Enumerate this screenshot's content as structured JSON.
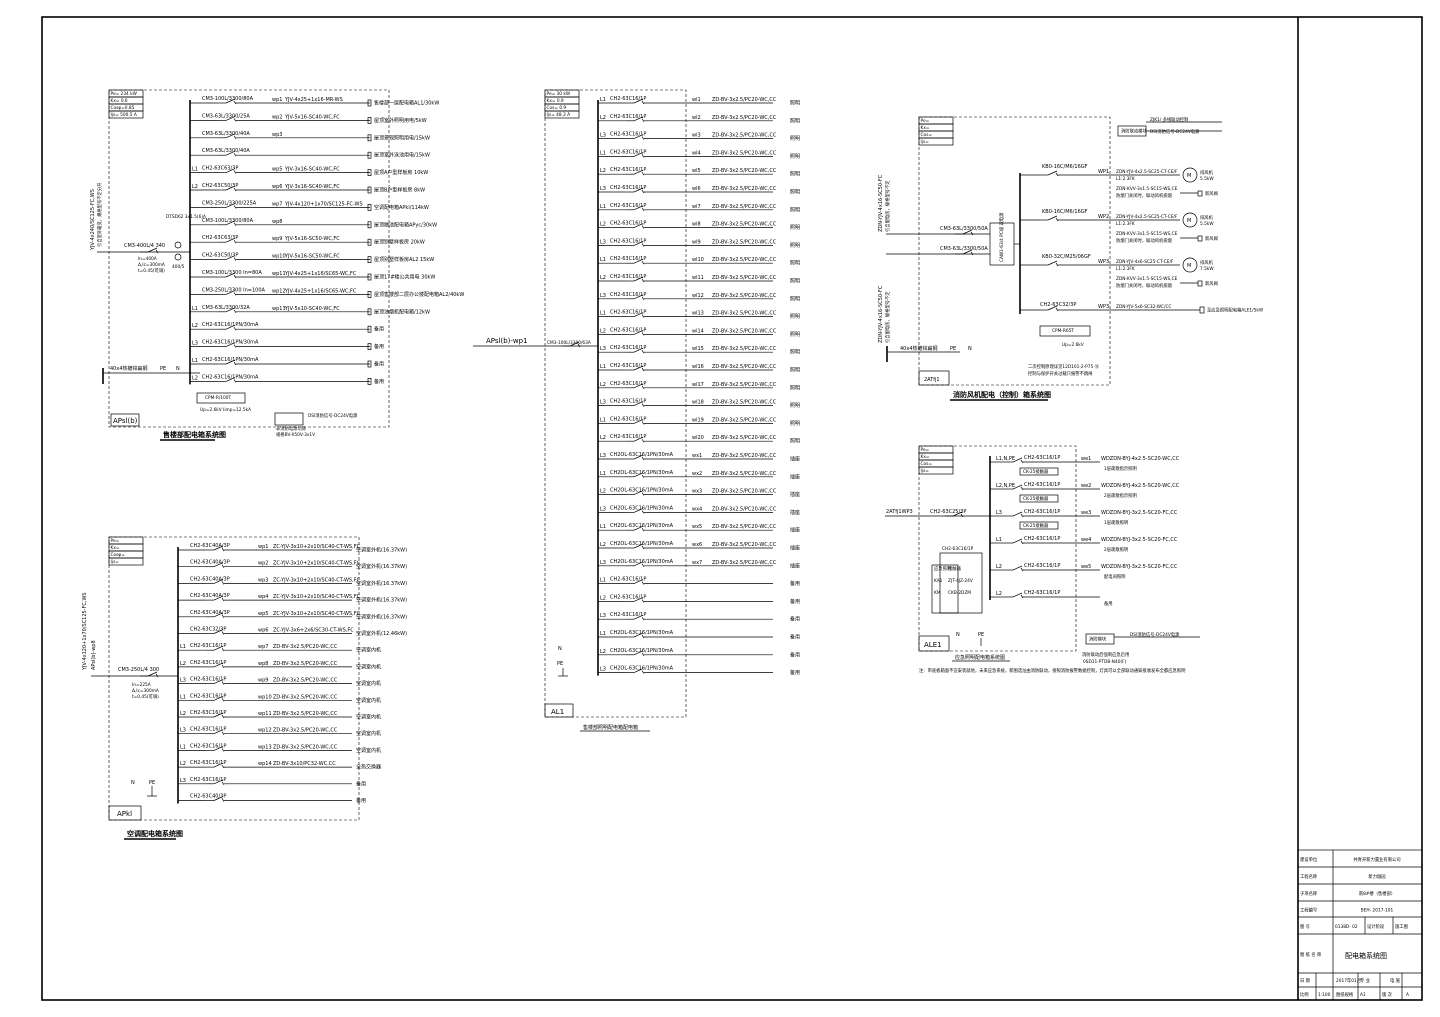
{
  "title_block": {
    "rows": [
      {
        "label": "建设单位",
        "value": "共青开新力置业有限公司"
      },
      {
        "label": "工程名称",
        "value": "新力珈园"
      },
      {
        "label": "子项名称",
        "value": "南8#楼（售楼部）"
      },
      {
        "label": "工程编号",
        "value": "BEH- 2017-101"
      }
    ],
    "fig_no_label": "图 号",
    "fig_no": "0138D- 02",
    "design_stage_label": "设计阶段",
    "design_stage": "施工图",
    "fig_name_label": "图 纸 名 称",
    "fig_name": "配电箱系统图",
    "date_label": "日 期",
    "date": "2017年01月",
    "discipline_label": "专 业",
    "discipline": "电 施",
    "scale_label": "比例",
    "scale": "1:100",
    "size_label": "图纸规格",
    "size": "A1",
    "version_label": "版 次",
    "version": "A"
  },
  "panels": {
    "apsl": {
      "title": "售楼部配电箱系统图",
      "tag": "APsl(b)",
      "params": [
        "Pe= 234 kW",
        "Kx= 0.6",
        "Cosφ=0.85",
        "Ijs= 500.5 A"
      ],
      "incoming": "YJV-4x240/SC125-FC,WS",
      "incoming2": "引自室外箱变，规格型号不定分开",
      "main_breaker": "CM3-400L/4 340",
      "main_params": [
        "In=400A",
        "Δ,Ic=300mA",
        "t=0.45(可调)"
      ],
      "meter": "DTSD62 3x1.5(6)A",
      "ct": "400/5",
      "ground": "40x4热镀锌扁钢",
      "pe": "PE",
      "n": "N",
      "spd": "CPM-R/100T",
      "spd_params": "Up=2.6kV  Iimp=12.5kA",
      "fire_note": "DSI消防信号-DC24V电源",
      "fire_note2": "非消防电源切除",
      "fire_note3": "规格BV-X50V-3x1V",
      "circuits": [
        {
          "phase": "",
          "breaker": "CM3-100L/3300/80A",
          "wp": "wp1",
          "cable": "YJV-4x25+1x16-MR-WS",
          "load": "售楼部一层配电箱AL1/30kW"
        },
        {
          "phase": "",
          "breaker": "CM3-63L/3300/25A",
          "wp": "wp2",
          "cable": "YJV-5x16-SC40-WC,FC",
          "load": "屋顶室外照明用电/5kW"
        },
        {
          "phase": "",
          "breaker": "CM3-63L/3300/40A",
          "wp": "wp3",
          "cable": "",
          "load": "屋顶景观照明用电/15kW"
        },
        {
          "phase": "",
          "breaker": "CM3-63L/3300/40A",
          "wp": "",
          "cable": "",
          "load": "屋顶室外泳池用电/15kW"
        },
        {
          "phase": "L1",
          "breaker": "CH2-63C63/3P",
          "wp": "wp5",
          "cable": "YJV-3x16-SC40-WC,FC",
          "load": "屋顶A户型样板房 10kW"
        },
        {
          "phase": "L2",
          "breaker": "CH2-63C50/3P",
          "wp": "wp6",
          "cable": "YJV-3x16-SC40-WC,FC",
          "load": "屋顶B户型样板房 8kW"
        },
        {
          "phase": "",
          "breaker": "CM3-250L/3300/225A",
          "wp": "wp7",
          "cable": "YJV-4x120+1x70/SC125-FC-WS",
          "load": "空调配电箱APkl/114kW"
        },
        {
          "phase": "",
          "breaker": "CM3-100L/3300/80A",
          "wp": "wp8",
          "cable": "",
          "load": "屋顶融池配电箱APyc/30kW"
        },
        {
          "phase": "",
          "breaker": "CH2-63C63/3P",
          "wp": "wp9",
          "cable": "YJV-5x16-SC50-WC,FC",
          "load": "屋顶别墅样板房 20kW"
        },
        {
          "phase": "",
          "breaker": "CH2-63C50/3P",
          "wp": "wp10",
          "cable": "YJV-5x16-SC50-WC,FC",
          "load": "屋顶别墅样板房AL2 15kW"
        },
        {
          "phase": "",
          "breaker": "CM3-100L/3300 In=80A",
          "wp": "wp11",
          "cable": "YJV-4x25+1x16/SC65-WC,FC",
          "load": "屋顶17#楼公共用电 30kW"
        },
        {
          "phase": "",
          "breaker": "CM3-250L/3300 In=100A",
          "wp": "wp12",
          "cable": "YJV-4x25+1x16/SC65-WC,FC",
          "load": "屋顶售楼部二层办公楼配电箱AL2/40kW"
        },
        {
          "phase": "L1",
          "breaker": "CM3-63L/3300/32A",
          "wp": "wp13",
          "cable": "YJV-5x10-SC40-WC,FC",
          "load": "屋顶油烟机配电箱/12kW"
        },
        {
          "phase": "L2",
          "breaker": "CH2-63C16/1PN/30mA",
          "wp": "",
          "cable": "",
          "load": "备用"
        },
        {
          "phase": "L3",
          "breaker": "CH2-63C16/1PN/30mA",
          "wp": "",
          "cable": "",
          "load": "备用"
        },
        {
          "phase": "L1",
          "breaker": "CH2-63C16/1PN/30mA",
          "wp": "",
          "cable": "",
          "load": "备用"
        },
        {
          "phase": "L2",
          "breaker": "CH2-63C16/1PN/30mA",
          "wp": "",
          "cable": "",
          "load": "备用"
        }
      ]
    },
    "apkl": {
      "title": "空调配电箱系统图",
      "tag": "APkl",
      "params": [
        "Pe=",
        "Kx=",
        "Cosφ=",
        "Ijs="
      ],
      "incoming": "YJV-4x120+1x70/SC125-FC,WS",
      "incoming2": "APsl(b)-wp8",
      "main_breaker": "CM3-250L/4 300",
      "main_params": [
        "In=225A",
        "Δ,Ic=300mA",
        "t=0.45(可调)"
      ],
      "n": "N",
      "pe": "PE",
      "circuits": [
        {
          "phase": "",
          "breaker": "CH2-63C40A/3P",
          "wp": "wp1",
          "cable": "ZC-YJV-3x10+2x10/SC40-CT-WS,FC",
          "load": "空调室外机(16.37kW)"
        },
        {
          "phase": "",
          "breaker": "CH2-63C40A/3P",
          "wp": "wp2",
          "cable": "ZC-YJV-3x10+2x10/SC40-CT-WS,FC",
          "load": "空调室外机(16.37kW)"
        },
        {
          "phase": "",
          "breaker": "CH2-63C40A/3P",
          "wp": "wp3",
          "cable": "ZC-YJV-3x10+2x10/SC40-CT-WS,FC",
          "load": "空调室外机(16.37kW)"
        },
        {
          "phase": "",
          "breaker": "CH2-63C40A/3P",
          "wp": "wp4",
          "cable": "ZC-YJV-3x10+2x10/SC40-CT-WS,FC",
          "load": "空调室外机(16.37kW)"
        },
        {
          "phase": "",
          "breaker": "CH2-63C40A/3P",
          "wp": "wp5",
          "cable": "ZC-YJV-3x10+2x10/SC40-CT-WS,FC",
          "load": "空调室外机(16.37kW)"
        },
        {
          "phase": "",
          "breaker": "CH2-63C32/3P",
          "wp": "wp6",
          "cable": "ZC-YJV-3x6+2x6/SC30-CT-WS,FC",
          "load": "空调室外机(12.46kW)"
        },
        {
          "phase": "L1",
          "breaker": "CH2-63C16/1P",
          "wp": "wp7",
          "cable": "ZD-BV-3x2.5/PC20-WC,CC",
          "load": "空调室内机"
        },
        {
          "phase": "L2",
          "breaker": "CH2-63C16/1P",
          "wp": "wp8",
          "cable": "ZD-BV-3x2.5/PC20-WC,CC",
          "load": "空调室内机"
        },
        {
          "phase": "L3",
          "breaker": "CH2-63C16/1P",
          "wp": "wp9",
          "cable": "ZD-BV-3x2.5/PC20-WC,CC",
          "load": "空调室内机"
        },
        {
          "phase": "L1",
          "breaker": "CH2-63C16/1P",
          "wp": "wp10",
          "cable": "ZD-BV-3x2.5/PC20-WC,CC",
          "load": "空调室内机"
        },
        {
          "phase": "L2",
          "breaker": "CH2-63C16/1P",
          "wp": "wp11",
          "cable": "ZD-BV-3x2.5/PC20-WC,CC",
          "load": "空调室内机"
        },
        {
          "phase": "L3",
          "breaker": "CH2-63C16/1P",
          "wp": "wp12",
          "cable": "ZD-BV-3x2.5/PC20-WC,CC",
          "load": "空调室内机"
        },
        {
          "phase": "L1",
          "breaker": "CH2-63C16/1P",
          "wp": "wp13",
          "cable": "ZD-BV-3x2.5/PC20-WC,CC",
          "load": "空调室内机"
        },
        {
          "phase": "L2",
          "breaker": "CH2-63C16/1P",
          "wp": "wp14",
          "cable": "ZD-BV-3x10/PC32-WC,CC",
          "load": "全热交换器"
        },
        {
          "phase": "L3",
          "breaker": "CH2-63C16/1P",
          "wp": "",
          "cable": "",
          "load": "备用"
        },
        {
          "phase": "",
          "breaker": "CH2-63C40/3P",
          "wp": "",
          "cable": "",
          "load": "备用"
        }
      ]
    },
    "al1": {
      "title": "售楼部照明配电箱配电箱",
      "tag": "AL1",
      "params": [
        "Pe= 30 kW",
        "Kx= 0.9",
        "Cos= 0.9",
        "Ijs= 48.3 A"
      ],
      "incoming": "APsl(b)-wp1",
      "main_breaker": "CM3-100L/3300/63A",
      "n": "N",
      "pe": "PE",
      "circuits": [
        {
          "phase": "L1",
          "breaker": "CH2-63C16/1P",
          "wp": "wl1",
          "cable": "ZD-BV-3x2.5/PC20-WC,CC",
          "load": "照明"
        },
        {
          "phase": "L2",
          "breaker": "CH2-63C16/1P",
          "wp": "wl2",
          "cable": "ZD-BV-3x2.5/PC20-WC,CC",
          "load": "照明"
        },
        {
          "phase": "L3",
          "breaker": "CH2-63C16/1P",
          "wp": "wl3",
          "cable": "ZD-BV-3x2.5/PC20-WC,CC",
          "load": "照明"
        },
        {
          "phase": "L1",
          "breaker": "CH2-63C16/1P",
          "wp": "wl4",
          "cable": "ZD-BV-3x2.5/PC20-WC,CC",
          "load": "照明"
        },
        {
          "phase": "L2",
          "breaker": "CH2-63C16/1P",
          "wp": "wl5",
          "cable": "ZD-BV-3x2.5/PC20-WC,CC",
          "load": "照明"
        },
        {
          "phase": "L3",
          "breaker": "CH2-63C16/1P",
          "wp": "wl6",
          "cable": "ZD-BV-3x2.5/PC20-WC,CC",
          "load": "照明"
        },
        {
          "phase": "L1",
          "breaker": "CH2-63C16/1P",
          "wp": "wl7",
          "cable": "ZD-BV-3x2.5/PC20-WC,CC",
          "load": "照明"
        },
        {
          "phase": "L2",
          "breaker": "CH2-63C16/1P",
          "wp": "wl8",
          "cable": "ZD-BV-3x2.5/PC20-WC,CC",
          "load": "照明"
        },
        {
          "phase": "L3",
          "breaker": "CH2-63C16/1P",
          "wp": "wl9",
          "cable": "ZD-BV-3x2.5/PC20-WC,CC",
          "load": "照明"
        },
        {
          "phase": "L1",
          "breaker": "CH2-63C16/1P",
          "wp": "wl10",
          "cable": "ZD-BV-3x2.5/PC20-WC,CC",
          "load": "照明"
        },
        {
          "phase": "L2",
          "breaker": "CH2-63C16/1P",
          "wp": "wl11",
          "cable": "ZD-BV-3x2.5/PC20-WC,CC",
          "load": "照明"
        },
        {
          "phase": "L3",
          "breaker": "CH2-63C16/1P",
          "wp": "wl12",
          "cable": "ZD-BV-3x2.5/PC20-WC,CC",
          "load": "照明"
        },
        {
          "phase": "L1",
          "breaker": "CH2-63C16/1P",
          "wp": "wl13",
          "cable": "ZD-BV-3x2.5/PC20-WC,CC",
          "load": "照明"
        },
        {
          "phase": "L2",
          "breaker": "CH2-63C16/1P",
          "wp": "wl14",
          "cable": "ZD-BV-3x2.5/PC20-WC,CC",
          "load": "照明"
        },
        {
          "phase": "L3",
          "breaker": "CH2-63C16/1P",
          "wp": "wl15",
          "cable": "ZD-BV-3x2.5/PC20-WC,CC",
          "load": "照明"
        },
        {
          "phase": "L1",
          "breaker": "CH2-63C16/1P",
          "wp": "wl16",
          "cable": "ZD-BV-3x2.5/PC20-WC,CC",
          "load": "照明"
        },
        {
          "phase": "L2",
          "breaker": "CH2-63C16/1P",
          "wp": "wl17",
          "cable": "ZD-BV-3x2.5/PC20-WC,CC",
          "load": "照明"
        },
        {
          "phase": "L3",
          "breaker": "CH2-63C16/1P",
          "wp": "wl18",
          "cable": "ZD-BV-3x2.5/PC20-WC,CC",
          "load": "照明"
        },
        {
          "phase": "L1",
          "breaker": "CH2-63C16/1P",
          "wp": "wl19",
          "cable": "ZD-BV-3x2.5/PC20-WC,CC",
          "load": "照明"
        },
        {
          "phase": "L2",
          "breaker": "CH2-63C16/1P",
          "wp": "wl20",
          "cable": "ZD-BV-3x2.5/PC20-WC,CC",
          "load": "照明"
        },
        {
          "phase": "L3",
          "breaker": "CH2OL-63C16/1PN/30mA",
          "wp": "wx1",
          "cable": "ZD-BV-3x2.5/PC20-WC,CC",
          "load": "插座"
        },
        {
          "phase": "L1",
          "breaker": "CH2OL-63C16/1PN/30mA",
          "wp": "wx2",
          "cable": "ZD-BV-3x2.5/PC20-WC,CC",
          "load": "插座"
        },
        {
          "phase": "L2",
          "breaker": "CH2OL-63C16/1PN/30mA",
          "wp": "wx3",
          "cable": "ZD-BV-3x2.5/PC20-WC,CC",
          "load": "插座"
        },
        {
          "phase": "L3",
          "breaker": "CH2OL-63C16/1PN/30mA",
          "wp": "wx4",
          "cable": "ZD-BV-3x2.5/PC20-WC,CC",
          "load": "插座"
        },
        {
          "phase": "L1",
          "breaker": "CH2OL-63C16/1PN/30mA",
          "wp": "wx5",
          "cable": "ZD-BV-3x2.5/PC20-WC,CC",
          "load": "插座"
        },
        {
          "phase": "L2",
          "breaker": "CH2OL-63C16/1PN/30mA",
          "wp": "wx6",
          "cable": "ZD-BV-3x2.5/PC20-WC,CC",
          "load": "插座"
        },
        {
          "phase": "L3",
          "breaker": "CH2OL-63C16/1PN/30mA",
          "wp": "wx7",
          "cable": "ZD-BV-3x2.5/PC20-WC,CC",
          "load": "插座"
        },
        {
          "phase": "L1",
          "breaker": "CH2-63C16/1P",
          "wp": "",
          "cable": "",
          "load": "备用"
        },
        {
          "phase": "L2",
          "breaker": "CH2-63C16/1P",
          "wp": "",
          "cable": "",
          "load": "备用"
        },
        {
          "phase": "L3",
          "breaker": "CH2-63C16/1P",
          "wp": "",
          "cable": "",
          "load": "备用"
        },
        {
          "phase": "L1",
          "breaker": "CH2OL-63C16/1PN/30mA",
          "wp": "",
          "cable": "",
          "load": "备用"
        },
        {
          "phase": "L2",
          "breaker": "CH2OL-63C16/1PN/30mA",
          "wp": "",
          "cable": "",
          "load": "备用"
        },
        {
          "phase": "L3",
          "breaker": "CH2OL-63C16/1PN/30mA",
          "wp": "",
          "cable": "",
          "load": "备用"
        }
      ]
    },
    "fan": {
      "title": "消防风机配电（控制）箱系统图",
      "tag": "2ATfj1",
      "params": [
        "Pe=",
        "Kx=",
        "Cos=",
        "Ijs="
      ],
      "feed1": "ZDN-YJV-4x16-SC50-FC",
      "feed1b": "引自配电房，规格型号不定",
      "feed2": "ZDN-YJV-4x16-SC50-FC",
      "feed2b": "引自配电房，规格型号不定",
      "mcb1": "CM3-63L/3300/50A",
      "mcb2": "CM3-63L/3300/50A",
      "ats": "CAW1-63/4 PC级 双电源",
      "ground": "40x4热镀锌扁钢",
      "pe": "PE",
      "n": "N",
      "sig1": "ZJK1/ 多线联动控制",
      "sig2": "DSI消防信号-DC24V电源",
      "sig_box": "消防联动模块",
      "spd_breaker": "CH2-63C32/3P",
      "spd": "CPM-R65T",
      "spd_params": "Up=2.6kV",
      "note": "二次控制原理详见12D101-2-P75 ⑮",
      "note2": "控制与保护开关过载只报警不跳闸",
      "motors": [
        {
          "breaker": "KB0-16C/M6/16GF",
          "wp": "WP1",
          "cable": "ZDN-YJV-4x2.5-SC25-CT-CE/F",
          "cable2": "ZDN-KVV-3x1.5-SC15-WS,CE",
          "ctrl": "L1:2.3FK",
          "ctrl_note": "防烟门关闭时，联动风机排烟",
          "load": "排风机",
          "kw": "5.5kW",
          "fire": "新风阀"
        },
        {
          "breaker": "KB0-16C/M6/16GF",
          "wp": "WP2",
          "cable": "ZDN-YJV-4x2.5-SC25-CT-CE/F",
          "cable2": "ZDN-KVV-3x1.5-SC15-WS,CE",
          "ctrl": "L1:2.3FK",
          "ctrl_note": "防烟门关闭时，联动风机排烟",
          "load": "排风机",
          "kw": "5.5kW",
          "fire": "新风阀"
        },
        {
          "breaker": "KB0-32C/M25/06GF",
          "wp": "WP3",
          "cable": "ZDN-YJV-4x6-SC25-CT-CE/F",
          "cable2": "ZDN-KVV-3x1.5-SC15-WS,CE",
          "ctrl": "L1:2.3FK",
          "ctrl_note": "防烟门关闭时，联动风机排烟",
          "load": "排风机",
          "kw": "7.5kW",
          "fire": "新风阀"
        }
      ],
      "spd_circuit": {
        "wp": "WP3",
        "cable": "ZDN-YJV-5x6-SC32-WC/CC",
        "load": "至应急照明配电箱ALE1/5kW"
      }
    },
    "ale1": {
      "title": "应急照明配电箱系统图",
      "tag": "ALE1",
      "params": [
        "Pe=",
        "Kx=",
        "Cos=",
        "Ijs="
      ],
      "incoming": "2ATfj1WP3",
      "main_breaker": "CH2-63C25/3P",
      "sub_breaker": "CH2-63C16/1P",
      "n": "N",
      "pe": "PE",
      "box_labels": [
        "应急照明",
        "接触器",
        "KA1",
        "ZJT-4JZ-24V",
        "KM",
        "CKB-2DZM"
      ],
      "fire_note": "DSI消防信号-DC24V电源",
      "fire_box": "消防模块",
      "fire_note2": "消防联动后强制应急启用",
      "fire_note3": "0SD11-PTDB-N40(F)",
      "bottom_note": "注：带底板箱面不宜安装就地，未来应急系统，新图选址由消防联动，接照消防报警数据控制，灯具可以全部联动通知接收发布全都应急照明",
      "circuits": [
        {
          "phase": "L1,N,PE",
          "breaker": "CH2-63C16/1P",
          "wp": "we1",
          "cable": "WDZDN-BYJ-4x2.5-SC20-WC,CC",
          "load": "1层疏散指示照明",
          "contactor": "CK-25接触器"
        },
        {
          "phase": "L2,N,PE",
          "breaker": "CH2-63C16/1P",
          "wp": "we2",
          "cable": "WDZDN-BYJ-4x2.5-SC20-WC,CC",
          "load": "2层疏散指示照明",
          "contactor": "CK-25接触器"
        },
        {
          "phase": "L3",
          "breaker": "CH2-63C16/1P",
          "wp": "we3",
          "cable": "WDZDN-BYJ-3x2.5-SC20-FC,CC",
          "load": "1层疏散照明",
          "contactor": "CK-25接触器"
        },
        {
          "phase": "L1",
          "breaker": "CH2-63C16/1P",
          "wp": "we4",
          "cable": "WDZDN-BYJ-3x2.5-SC20-FC,CC",
          "load": "2层疏散照明",
          "contactor": ""
        },
        {
          "phase": "L2",
          "breaker": "CH2-63C16/1P",
          "wp": "we5",
          "cable": "WDZDN-BYJ-3x2.5-SC20-FC,CC",
          "load": "配电间照明",
          "contactor": ""
        },
        {
          "phase": "L2",
          "breaker": "CH2-63C16/1P",
          "wp": "",
          "cable": "",
          "load": "备用",
          "contactor": ""
        }
      ]
    }
  }
}
